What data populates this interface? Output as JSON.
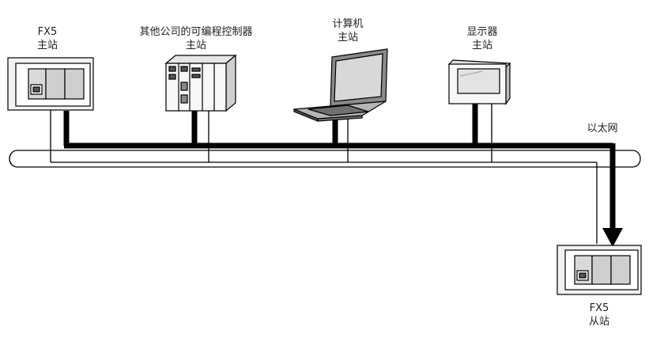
{
  "nodes": {
    "fx5_master": {
      "name": "FX5",
      "role": "主站"
    },
    "other_plc": {
      "name": "其他公司的可编程控制器",
      "role": "主站"
    },
    "computer": {
      "name": "计算机",
      "role": "主站"
    },
    "display": {
      "name": "显示器",
      "role": "主站"
    },
    "fx5_slave": {
      "name": "FX5",
      "role": "从站"
    }
  },
  "network": {
    "label": "以太网"
  },
  "colors": {
    "line": "#000000",
    "bus_fill": "#ffffff",
    "device_fill": "#f2f2f2",
    "module_fill": "#cfcfcf"
  }
}
